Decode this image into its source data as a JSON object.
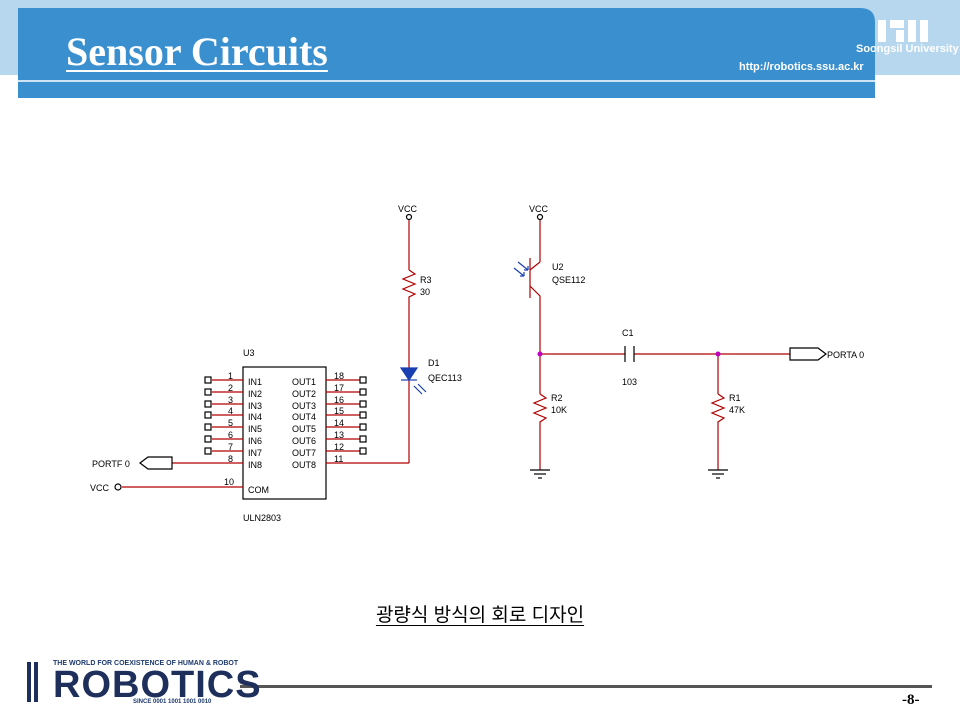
{
  "header": {
    "title": "Sensor Circuits",
    "url": "http://robotics.ssu.ac.kr",
    "university": "Soongsil University",
    "band_color": "#3a8fcf",
    "light_band_color": "#b7d7ee"
  },
  "circuit": {
    "u3": {
      "ref": "U3",
      "part": "ULN2803",
      "inputs": [
        {
          "pin": "1",
          "name": "IN1"
        },
        {
          "pin": "2",
          "name": "IN2"
        },
        {
          "pin": "3",
          "name": "IN3"
        },
        {
          "pin": "4",
          "name": "IN4"
        },
        {
          "pin": "5",
          "name": "IN5"
        },
        {
          "pin": "6",
          "name": "IN6"
        },
        {
          "pin": "7",
          "name": "IN7"
        },
        {
          "pin": "8",
          "name": "IN8"
        }
      ],
      "outputs": [
        {
          "pin": "18",
          "name": "OUT1"
        },
        {
          "pin": "17",
          "name": "OUT2"
        },
        {
          "pin": "16",
          "name": "OUT3"
        },
        {
          "pin": "15",
          "name": "OUT4"
        },
        {
          "pin": "14",
          "name": "OUT5"
        },
        {
          "pin": "13",
          "name": "OUT6"
        },
        {
          "pin": "12",
          "name": "OUT7"
        },
        {
          "pin": "11",
          "name": "OUT8"
        }
      ],
      "com_pin": "10",
      "com_name": "COM"
    },
    "portf": "PORTF 0",
    "vcc_left": "VCC",
    "vcc_r3": "VCC",
    "vcc_u2": "VCC",
    "r3": {
      "ref": "R3",
      "value": "30"
    },
    "d1": {
      "ref": "D1",
      "part": "QEC113"
    },
    "u2": {
      "ref": "U2",
      "part": "QSE112"
    },
    "c1": {
      "ref": "C1",
      "value": "103"
    },
    "r2": {
      "ref": "R2",
      "value": "10K"
    },
    "r1": {
      "ref": "R1",
      "value": "47K"
    },
    "porta": "PORTA 0"
  },
  "caption": "광량식 방식의 회로 디자인",
  "footer": {
    "slogan": "THE WORLD FOR COEXISTENCE OF HUMAN & ROBOT",
    "logo": "ROBOTICS",
    "since": "SINCE 0001 1001 1001 0010",
    "page": "-8-"
  }
}
